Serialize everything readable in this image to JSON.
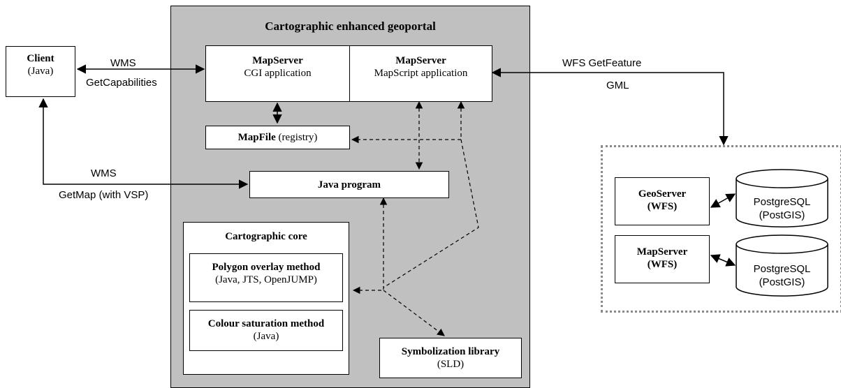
{
  "portal": {
    "title": "Cartographic enhanced geoportal"
  },
  "client": {
    "line1": "Client",
    "line2": "(Java)"
  },
  "mapserver_cgi": {
    "line1": "MapServer",
    "line2": "CGI application"
  },
  "mapserver_mapscript": {
    "line1": "MapServer",
    "line2": "MapScript application"
  },
  "mapfile": {
    "bold": "MapFile",
    "rest": " (registry)"
  },
  "java_program": {
    "label": "Java program"
  },
  "cartographic_core": {
    "title": "Cartographic core",
    "polygon": {
      "line1": "Polygon overlay method",
      "line2": "(Java, JTS, OpenJUMP)"
    },
    "colour": {
      "line1": "Colour saturation method",
      "line2": "(Java)"
    }
  },
  "symbolization": {
    "line1": "Symbolization library",
    "line2": "(SLD)"
  },
  "geoserver": {
    "line1": "GeoServer",
    "line2": "(WFS)"
  },
  "mapserver_wfs": {
    "line1": "MapServer",
    "line2": "(WFS)"
  },
  "postgres1": {
    "line1": "PostgreSQL",
    "line2": "(PostGIS)"
  },
  "postgres2": {
    "line1": "PostgreSQL",
    "line2": "(PostGIS)"
  },
  "edges": {
    "wms1_top": "WMS",
    "wms1_bottom": "GetCapabilities",
    "wms2_top": "WMS",
    "wms2_bottom": "GetMap (with VSP)",
    "wfs_top": "WFS GetFeature",
    "wfs_bottom": "GML"
  }
}
